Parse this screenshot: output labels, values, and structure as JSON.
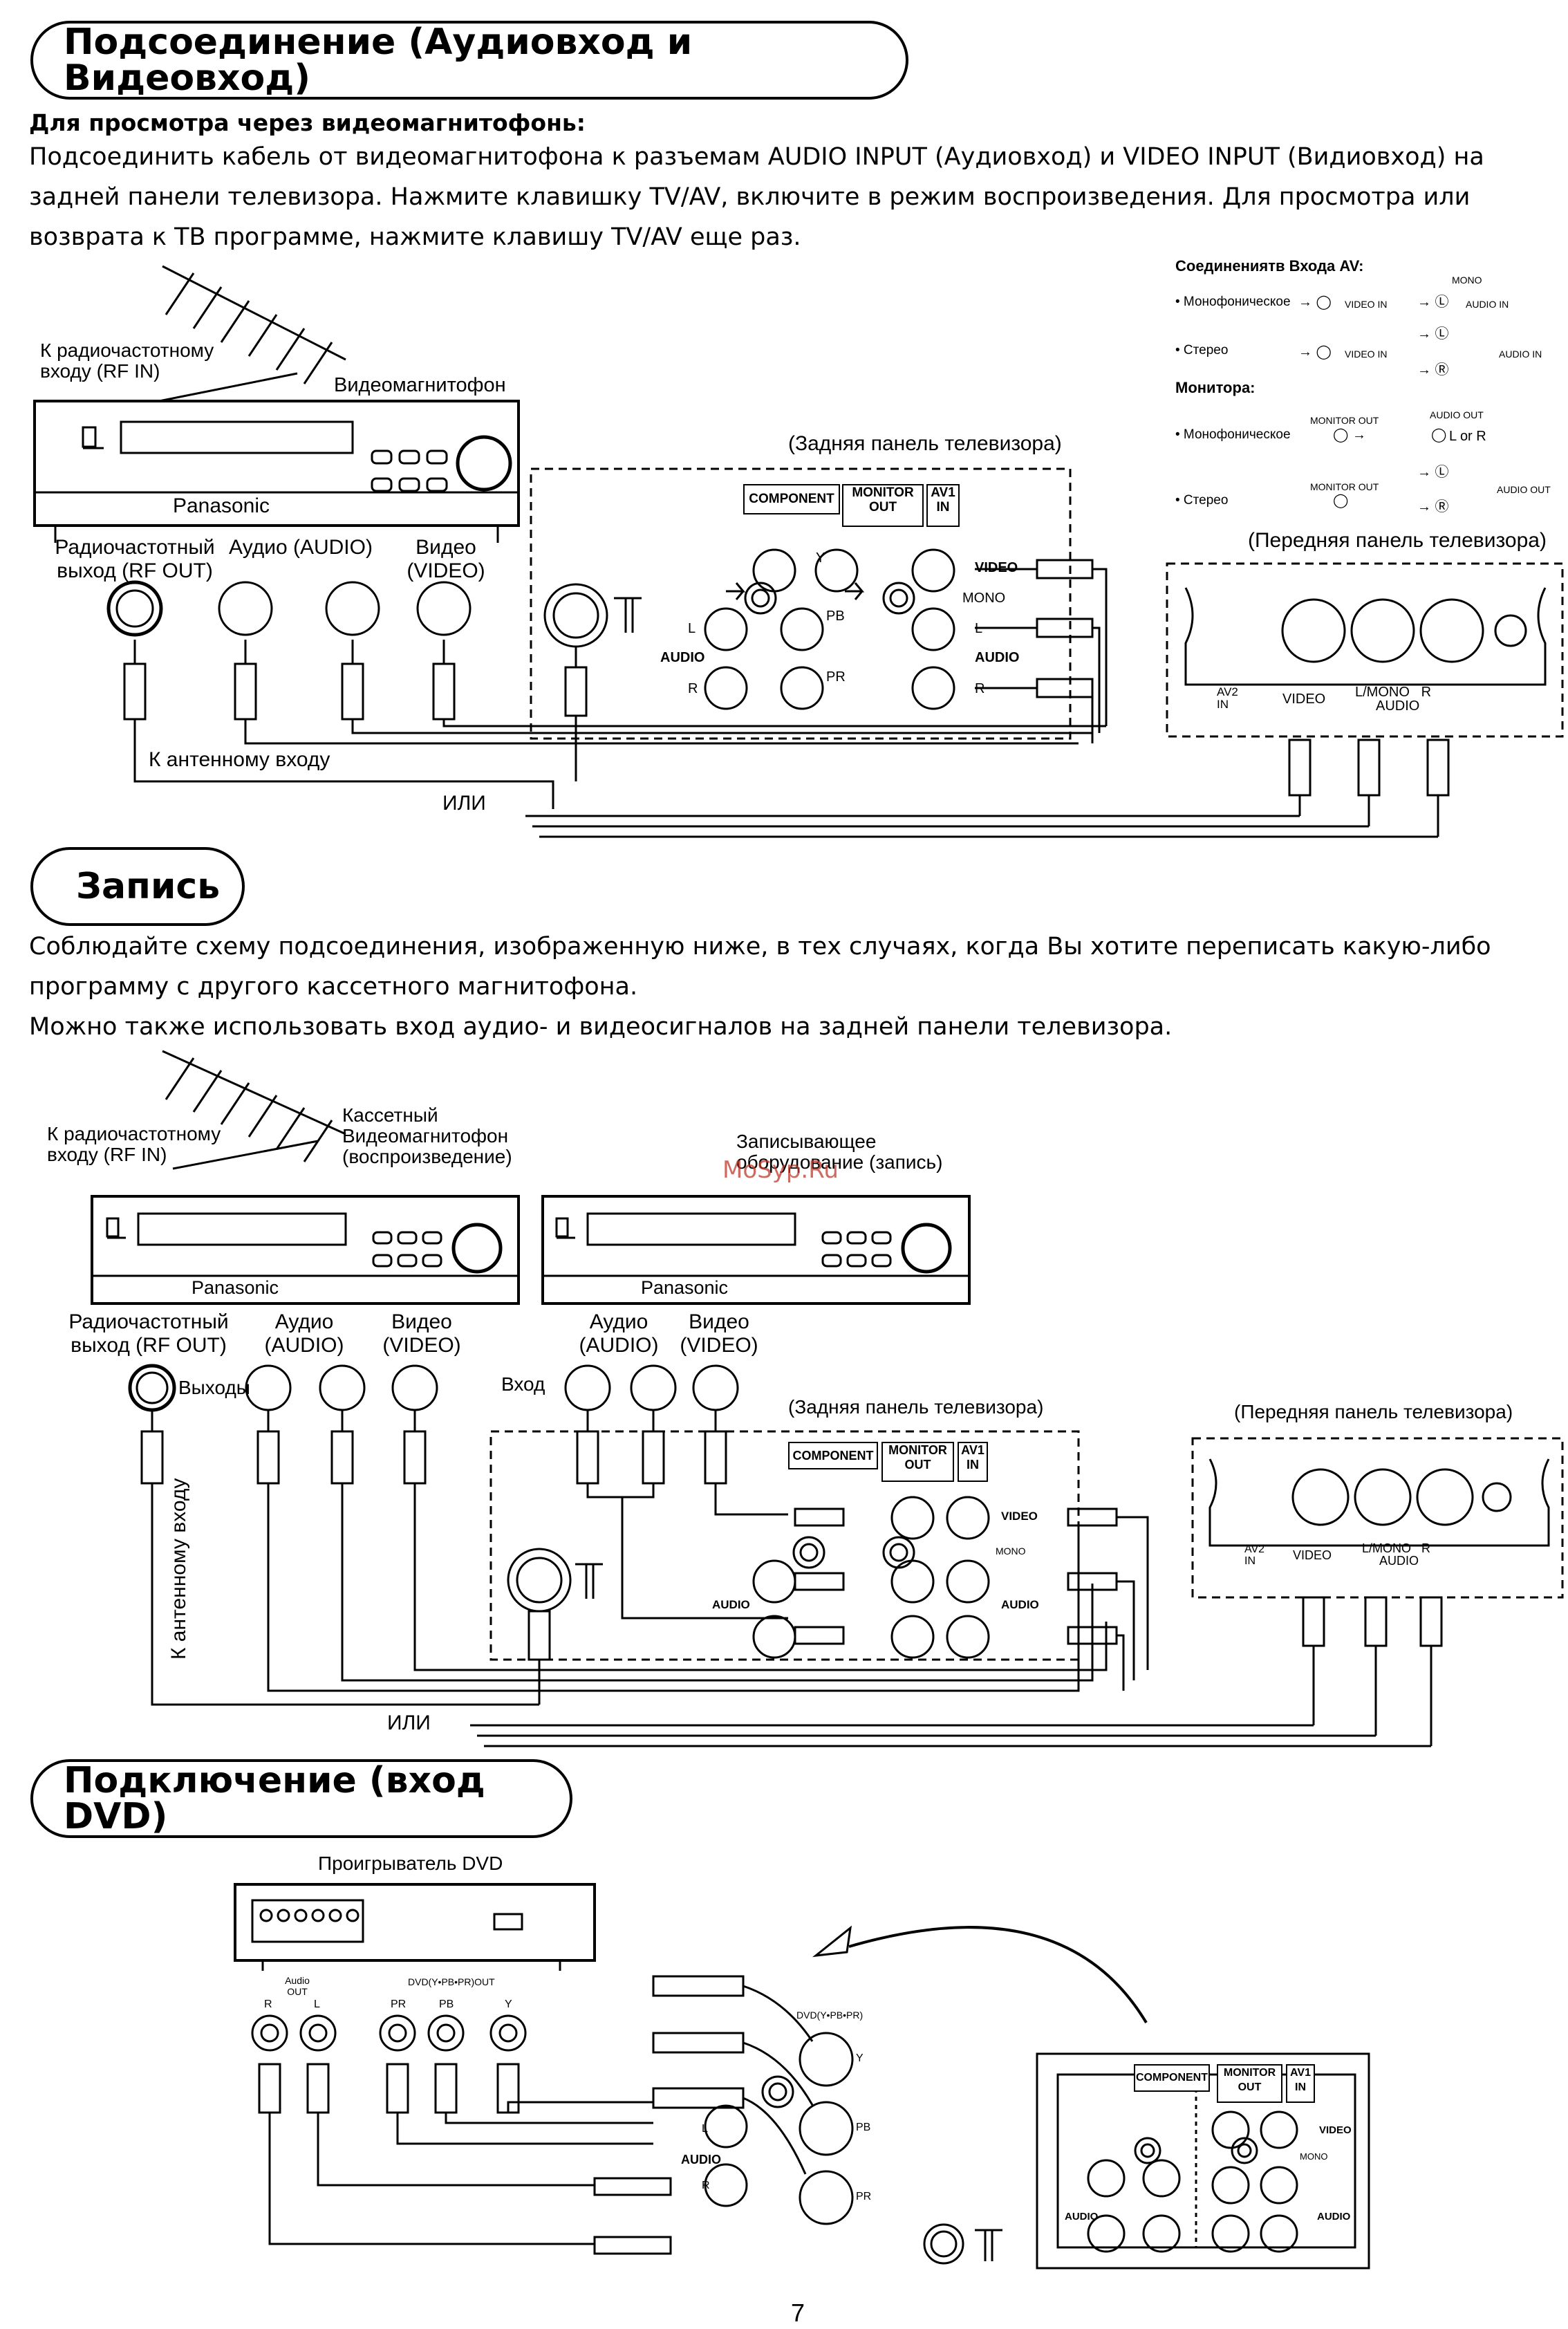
{
  "section1": {
    "title": "Подсоединение (Аудиовход и Видеовход)",
    "subheading": "Для просмотра через видеомагнитофонь:",
    "body": "Подсоединить кабель от видеомагнитофона к разъемам AUDIO INPUT (Аудиовход) и VIDEO INPUT (Видиовход) на задней панели телевизора. Нажмите клавишку TV/AV, включите в режим воспроизведения. Для просмотра или возврата к ТВ программе, нажмите клавишу TV/AV еще раз.",
    "labels": {
      "rf_in": "К радиочастотному входу (RF IN)",
      "vcr": "Видеомагнитофон",
      "brand": "Panasonic",
      "rf_out": "Радиочастотный выход (RF OUT)",
      "audio": "Аудио (AUDIO)",
      "video": "Видео (VIDEO)",
      "to_antenna": "К антенному входу",
      "or": "ИЛИ",
      "tv_rear": "(Задняя панель телевизора)",
      "tv_front": "(Передняя панель телевизора)"
    },
    "legend": {
      "title": "Соединениятв Входа AV:",
      "mono": "• Монофоническое",
      "stereo": "• Стерео",
      "video_in": "VIDEO IN",
      "audio_in": "AUDIO IN",
      "mono_top": "MONO",
      "monitor_title": "Монитора:",
      "monitor_out": "MONITOR OUT",
      "audio_out": "AUDIO OUT",
      "l_or_r": "L or R",
      "l": "L",
      "r": "R"
    }
  },
  "panel": {
    "component": "COMPONENT",
    "monitor_out": "MONITOR OUT",
    "av1_in": "AV1 IN",
    "video": "VIDEO",
    "audio": "AUDIO",
    "mono": "MONO",
    "y": "Y",
    "pb": "PB",
    "pr": "PR",
    "l": "L",
    "r": "R"
  },
  "front": {
    "av2_in": "AV2 IN",
    "video": "VIDEO",
    "lmono_r": "L/MONO   R",
    "audio": "AUDIO"
  },
  "section2": {
    "title": "Запись",
    "body1": "Соблюдайте схему подсоединения, изображенную ниже, в тех случаях, когда Вы хотите переписать какую-либо программу с другого кассетного магнитофона.",
    "body2": "Можно также использовать вход аудио- и видеосигналов на задней панели телевизора.",
    "labels": {
      "rf_in": "К радиочастотному входу (RF IN)",
      "player": "Кассетный Видеомагнитофон (воспроизведение)",
      "recorder": "Записывающее оборудование (запись)",
      "brand": "Panasonic",
      "rf_out": "Радиочастотный выход (RF OUT)",
      "outputs": "Выходы",
      "audio": "Аудио (AUDIO)",
      "video": "Видео (VIDEO)",
      "input": "Вход",
      "to_antenna": "К антенному входу",
      "or": "ИЛИ",
      "tv_rear": "(Задняя панель телевизора)",
      "tv_front": "(Передняя панель телевизора)"
    },
    "watermark": "MoSyp.Ru"
  },
  "section3": {
    "title": "Подключение (вход DVD)",
    "labels": {
      "dvd_player": "Проигрыватель DVD",
      "audio_out": "Audio OUT",
      "dvd_out": "DVD(Y•PB•PR)OUT",
      "r": "R",
      "l": "L",
      "pr": "PR",
      "pb": "PB",
      "y": "Y",
      "dvd_in": "DVD(Y•PB•PR)"
    }
  },
  "page_number": "7"
}
